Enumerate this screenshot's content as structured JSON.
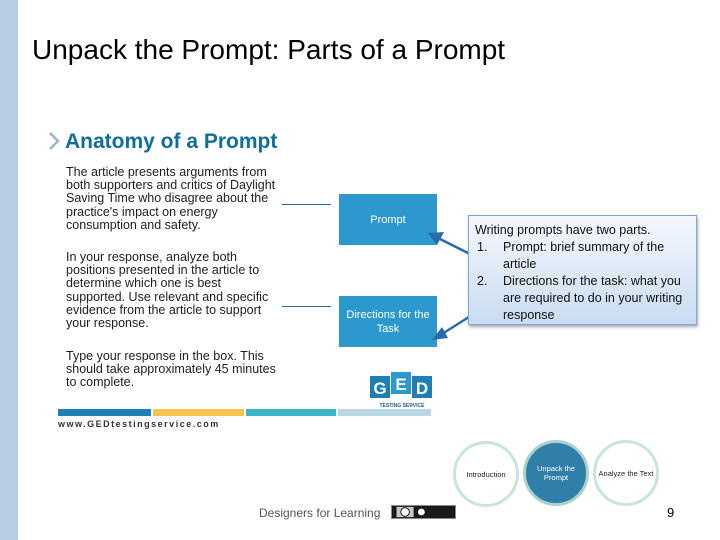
{
  "slide": {
    "title": "Unpack the Prompt: Parts of a Prompt"
  },
  "anatomy": {
    "title": "Anatomy of a Prompt",
    "paragraphs": [
      "The article presents arguments from both supporters and critics of Daylight Saving Time who disagree about the practice's impact on energy consumption and safety.",
      "In your response, analyze both positions presented in the article to determine which one is best supported. Use relevant and specific evidence from the article to support your response.",
      "Type your response in the box. This should take approximately 45 minutes to complete."
    ],
    "boxes": [
      "Prompt",
      "Directions for the Task"
    ],
    "logo_sub": "TESTING SERVICE",
    "url": "www.GEDtestingservice.com"
  },
  "callout": {
    "intro": "Writing prompts have two parts.",
    "items": [
      {
        "num": "1.",
        "text": "Prompt: brief summary of the article"
      },
      {
        "num": "2.",
        "text": "Directions for the task: what you are required to do in your writing response"
      }
    ]
  },
  "nav": {
    "intro": "Introduction",
    "unpack": "Unpack the Prompt",
    "analyze": "Analyze the Text"
  },
  "footer": {
    "org": "Designers for Learning",
    "page": "9"
  },
  "colors": {
    "left_bar": "#b8cce4",
    "ged_blue": "#2d98cd",
    "title_blue": "#0f6e9a",
    "nav_active": "#2f7fa8"
  }
}
